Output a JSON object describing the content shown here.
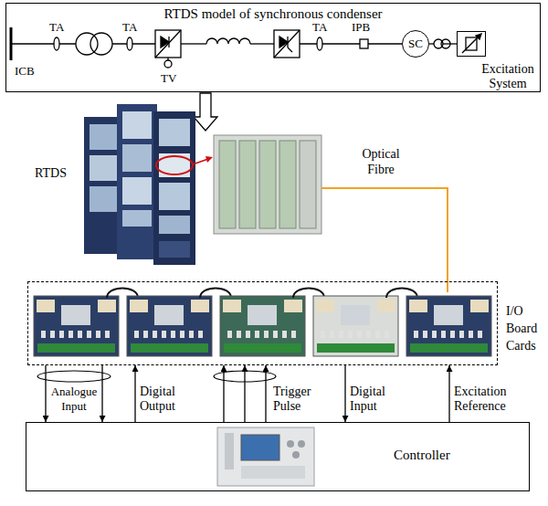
{
  "diagram": {
    "nodes": [
      {
        "text": [
          "RTDS model of synchronous condenser"
        ]
      },
      {
        "text": [
          "SC"
        ],
        "in": 0
      },
      {
        "text": [
          "Excitation System"
        ],
        "in": 0
      },
      {
        "text": [
          "I/O Board Cards"
        ]
      },
      {
        "text": [
          "Controller"
        ]
      }
    ],
    "edges": [
      {
        "from": 3,
        "to": 4,
        "arrow": "to",
        "label": "Analogue Input"
      },
      {
        "from": 3,
        "to": 4,
        "arrow": "to"
      },
      {
        "from": 4,
        "to": 3,
        "arrow": "to",
        "label": "Digital Output"
      },
      {
        "from": 4,
        "to": 3,
        "arrow": "to",
        "label": "Trigger Pulse"
      },
      {
        "from": 4,
        "to": 3,
        "arrow": "to"
      },
      {
        "from": 4,
        "to": 3,
        "arrow": "to"
      },
      {
        "from": 3,
        "to": 4,
        "arrow": "to",
        "label": "Digital Input"
      },
      {
        "from": 4,
        "to": 3,
        "arrow": "to",
        "label": "Excitation Reference"
      },
      {
        "from": 1,
        "to": 2,
        "arrow": "none"
      }
    ],
    "labels": [
      "ICB",
      "TA",
      "TA",
      "TV",
      "TA",
      "IPB",
      "RTDS",
      "Optical Fibre"
    ]
  }
}
